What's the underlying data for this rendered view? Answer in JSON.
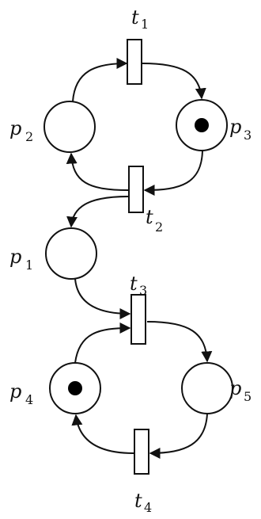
{
  "diagram": {
    "places": [
      {
        "id": "p1",
        "label": "p",
        "sub": "1",
        "tokens": 0
      },
      {
        "id": "p2",
        "label": "p",
        "sub": "2",
        "tokens": 0
      },
      {
        "id": "p3",
        "label": "p",
        "sub": "3",
        "tokens": 1
      },
      {
        "id": "p4",
        "label": "p",
        "sub": "4",
        "tokens": 1
      },
      {
        "id": "p5",
        "label": "p",
        "sub": "5",
        "tokens": 0
      }
    ],
    "transitions": [
      {
        "id": "t1",
        "label": "t",
        "sub": "1"
      },
      {
        "id": "t2",
        "label": "t",
        "sub": "2"
      },
      {
        "id": "t3",
        "label": "t",
        "sub": "3"
      },
      {
        "id": "t4",
        "label": "t",
        "sub": "4"
      }
    ],
    "arcs": [
      {
        "from": "p2",
        "to": "t1"
      },
      {
        "from": "t1",
        "to": "p3"
      },
      {
        "from": "p3",
        "to": "t2"
      },
      {
        "from": "t2",
        "to": "p2"
      },
      {
        "from": "t2",
        "to": "p1"
      },
      {
        "from": "p1",
        "to": "t3"
      },
      {
        "from": "p4",
        "to": "t3"
      },
      {
        "from": "t3",
        "to": "p5"
      },
      {
        "from": "p5",
        "to": "t4"
      },
      {
        "from": "t4",
        "to": "p4"
      }
    ],
    "colors": {
      "stroke": "#111111",
      "token": "#000000",
      "background": "#ffffff"
    }
  }
}
